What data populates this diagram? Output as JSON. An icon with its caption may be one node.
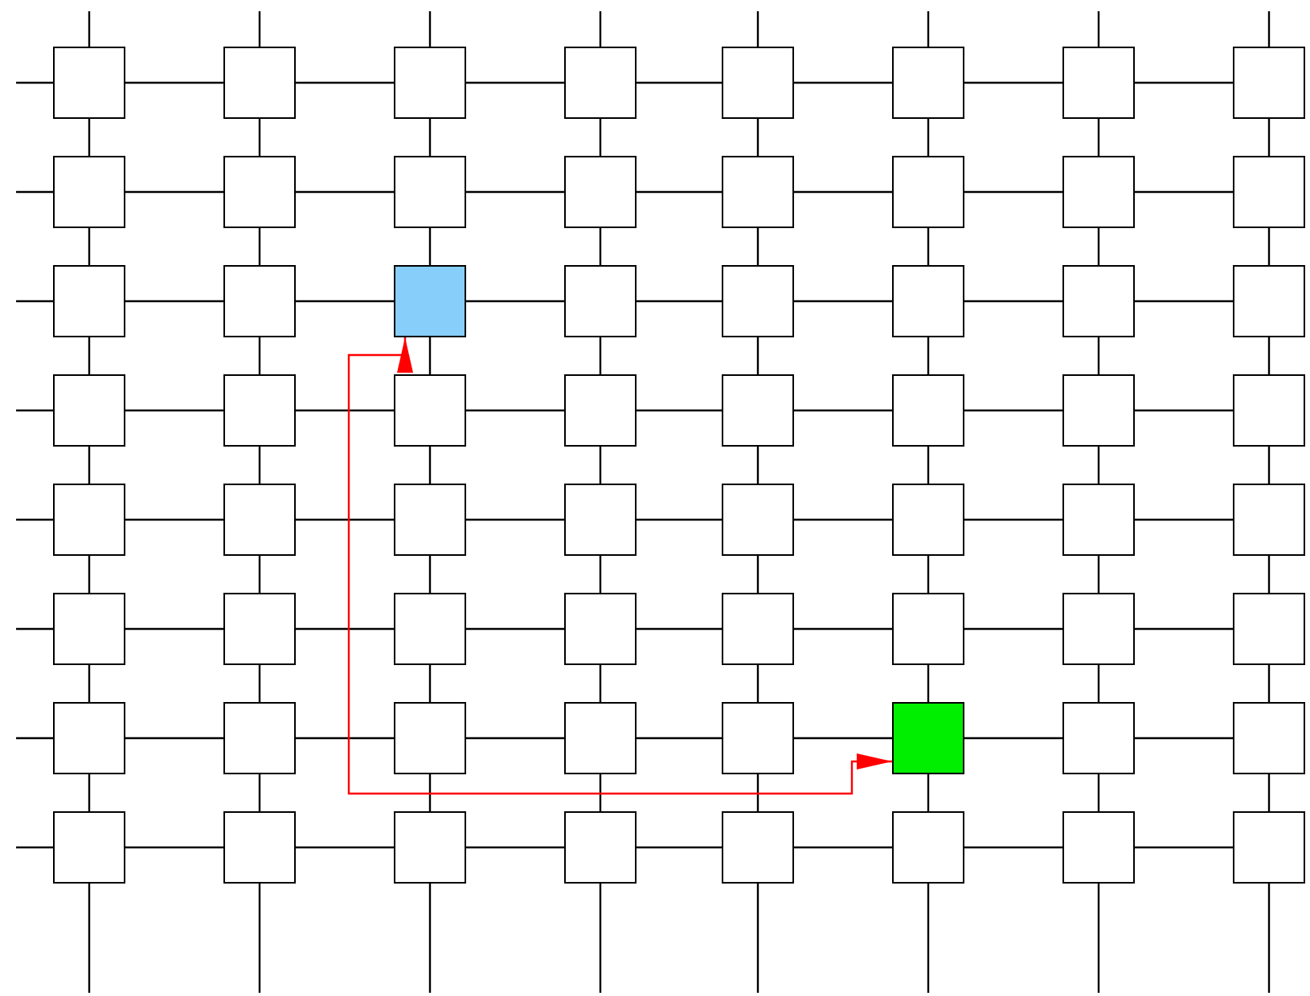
{
  "diagram": {
    "nodes": [
      {
        "text": [],
        "shape": "box"
      },
      {
        "text": [],
        "shape": "box"
      },
      {
        "text": [],
        "shape": "box"
      },
      {
        "text": [],
        "shape": "box"
      },
      {
        "text": [],
        "shape": "box"
      },
      {
        "text": [],
        "shape": "box"
      },
      {
        "text": [],
        "shape": "box"
      },
      {
        "text": [],
        "shape": "box"
      },
      {
        "text": [],
        "shape": "box"
      },
      {
        "text": [],
        "shape": "box"
      },
      {
        "text": [],
        "shape": "box"
      },
      {
        "text": [],
        "shape": "box"
      },
      {
        "text": [],
        "shape": "box"
      },
      {
        "text": [],
        "shape": "box"
      },
      {
        "text": [],
        "shape": "box"
      },
      {
        "text": [],
        "shape": "box"
      },
      {
        "text": [],
        "shape": "box"
      },
      {
        "text": [],
        "shape": "box"
      },
      {
        "text": [],
        "shape": "box"
      },
      {
        "text": [],
        "shape": "box"
      },
      {
        "text": [],
        "shape": "box"
      },
      {
        "text": [],
        "shape": "box"
      },
      {
        "text": [],
        "shape": "box"
      },
      {
        "text": [],
        "shape": "box"
      },
      {
        "text": [],
        "shape": "box"
      },
      {
        "text": [],
        "shape": "box"
      },
      {
        "text": [],
        "shape": "box"
      },
      {
        "text": [],
        "shape": "box"
      },
      {
        "text": [],
        "shape": "box"
      },
      {
        "text": [],
        "shape": "box"
      },
      {
        "text": [],
        "shape": "box"
      },
      {
        "text": [],
        "shape": "box"
      },
      {
        "text": [],
        "shape": "box"
      },
      {
        "text": [],
        "shape": "box"
      },
      {
        "text": [],
        "shape": "box"
      },
      {
        "text": [],
        "shape": "box"
      },
      {
        "text": [],
        "shape": "box"
      },
      {
        "text": [],
        "shape": "box"
      },
      {
        "text": [],
        "shape": "box"
      },
      {
        "text": [],
        "shape": "box"
      },
      {
        "text": [],
        "shape": "box"
      },
      {
        "text": [],
        "shape": "box"
      },
      {
        "text": [],
        "shape": "box"
      },
      {
        "text": [],
        "shape": "box"
      },
      {
        "text": [],
        "shape": "box"
      },
      {
        "text": [],
        "shape": "box"
      },
      {
        "text": [],
        "shape": "box"
      },
      {
        "text": [],
        "shape": "box"
      },
      {
        "text": [],
        "shape": "box"
      },
      {
        "text": [],
        "shape": "box"
      },
      {
        "text": [],
        "shape": "box"
      },
      {
        "text": [],
        "shape": "box"
      },
      {
        "text": [],
        "shape": "box"
      },
      {
        "text": [],
        "shape": "box"
      },
      {
        "text": [],
        "shape": "box"
      },
      {
        "text": [],
        "shape": "box"
      },
      {
        "text": [],
        "shape": "box"
      },
      {
        "text": [],
        "shape": "box"
      },
      {
        "text": [],
        "shape": "box"
      },
      {
        "text": [],
        "shape": "box"
      },
      {
        "text": [],
        "shape": "box"
      },
      {
        "text": [],
        "shape": "box"
      },
      {
        "text": [],
        "shape": "box"
      },
      {
        "text": [],
        "shape": "box"
      }
    ],
    "edges": [
      {
        "from": null,
        "to": 0,
        "arrow": "none"
      },
      {
        "from": null,
        "to": 1,
        "arrow": "none"
      },
      {
        "from": null,
        "to": 2,
        "arrow": "none"
      },
      {
        "from": null,
        "to": 3,
        "arrow": "none"
      },
      {
        "from": null,
        "to": 4,
        "arrow": "none"
      },
      {
        "from": null,
        "to": 5,
        "arrow": "none"
      },
      {
        "from": null,
        "to": 6,
        "arrow": "none"
      },
      {
        "from": null,
        "to": 7,
        "arrow": "none"
      },
      {
        "from": null,
        "to": 0,
        "arrow": "none"
      },
      {
        "from": null,
        "to": 8,
        "arrow": "none"
      },
      {
        "from": null,
        "to": 16,
        "arrow": "none"
      },
      {
        "from": null,
        "to": 24,
        "arrow": "none"
      },
      {
        "from": null,
        "to": 32,
        "arrow": "none"
      },
      {
        "from": null,
        "to": 40,
        "arrow": "none"
      },
      {
        "from": null,
        "to": 48,
        "arrow": "none"
      },
      {
        "from": null,
        "to": 56,
        "arrow": "none"
      },
      {
        "from": 0,
        "to": 1,
        "arrow": "none"
      },
      {
        "from": 1,
        "to": 2,
        "arrow": "none"
      },
      {
        "from": 2,
        "to": 3,
        "arrow": "none"
      },
      {
        "from": 3,
        "to": 4,
        "arrow": "none"
      },
      {
        "from": 4,
        "to": 5,
        "arrow": "none"
      },
      {
        "from": 5,
        "to": 6,
        "arrow": "none"
      },
      {
        "from": 6,
        "to": 7,
        "arrow": "none"
      },
      {
        "from": 8,
        "to": 9,
        "arrow": "none"
      },
      {
        "from": 9,
        "to": 10,
        "arrow": "none"
      },
      {
        "from": 10,
        "to": 11,
        "arrow": "none"
      },
      {
        "from": 11,
        "to": 12,
        "arrow": "none"
      },
      {
        "from": 12,
        "to": 13,
        "arrow": "none"
      },
      {
        "from": 13,
        "to": 14,
        "arrow": "none"
      },
      {
        "from": 14,
        "to": 15,
        "arrow": "none"
      },
      {
        "from": 16,
        "to": 17,
        "arrow": "none"
      },
      {
        "from": 17,
        "to": 18,
        "arrow": "none"
      },
      {
        "from": 18,
        "to": 19,
        "arrow": "none"
      },
      {
        "from": 19,
        "to": 20,
        "arrow": "none"
      },
      {
        "from": 20,
        "to": 21,
        "arrow": "none"
      },
      {
        "from": 21,
        "to": 22,
        "arrow": "none"
      },
      {
        "from": 22,
        "to": 23,
        "arrow": "none"
      },
      {
        "from": 24,
        "to": 25,
        "arrow": "none"
      },
      {
        "from": 25,
        "to": 26,
        "arrow": "none"
      },
      {
        "from": 26,
        "to": 27,
        "arrow": "none"
      },
      {
        "from": 27,
        "to": 28,
        "arrow": "none"
      },
      {
        "from": 28,
        "to": 29,
        "arrow": "none"
      },
      {
        "from": 29,
        "to": 30,
        "arrow": "none"
      },
      {
        "from": 30,
        "to": 31,
        "arrow": "none"
      },
      {
        "from": 32,
        "to": 33,
        "arrow": "none"
      },
      {
        "from": 33,
        "to": 34,
        "arrow": "none"
      },
      {
        "from": 34,
        "to": 35,
        "arrow": "none"
      },
      {
        "from": 35,
        "to": 36,
        "arrow": "none"
      },
      {
        "from": 36,
        "to": 37,
        "arrow": "none"
      },
      {
        "from": 37,
        "to": 38,
        "arrow": "none"
      },
      {
        "from": 38,
        "to": 39,
        "arrow": "none"
      },
      {
        "from": 40,
        "to": 41,
        "arrow": "none"
      },
      {
        "from": 41,
        "to": 42,
        "arrow": "none"
      },
      {
        "from": 42,
        "to": 43,
        "arrow": "none"
      },
      {
        "from": 43,
        "to": 44,
        "arrow": "none"
      },
      {
        "from": 44,
        "to": 45,
        "arrow": "none"
      },
      {
        "from": 45,
        "to": 46,
        "arrow": "none"
      },
      {
        "from": 46,
        "to": 47,
        "arrow": "none"
      },
      {
        "from": 48,
        "to": 49,
        "arrow": "none"
      },
      {
        "from": 49,
        "to": 50,
        "arrow": "none"
      },
      {
        "from": 50,
        "to": 51,
        "arrow": "none"
      },
      {
        "from": 51,
        "to": 52,
        "arrow": "none"
      },
      {
        "from": 52,
        "to": 53,
        "arrow": "none"
      },
      {
        "from": 53,
        "to": 54,
        "arrow": "none"
      },
      {
        "from": 54,
        "to": 55,
        "arrow": "none"
      },
      {
        "from": 56,
        "to": 57,
        "arrow": "none"
      },
      {
        "from": 57,
        "to": 58,
        "arrow": "none"
      },
      {
        "from": 58,
        "to": 59,
        "arrow": "none"
      },
      {
        "from": 59,
        "to": 60,
        "arrow": "none"
      },
      {
        "from": 60,
        "to": 61,
        "arrow": "none"
      },
      {
        "from": 61,
        "to": 62,
        "arrow": "none"
      },
      {
        "from": 62,
        "to": 63,
        "arrow": "none"
      },
      {
        "from": 0,
        "to": 8,
        "arrow": "none"
      },
      {
        "from": 1,
        "to": 9,
        "arrow": "none"
      },
      {
        "from": 2,
        "to": 10,
        "arrow": "none"
      },
      {
        "from": 3,
        "to": 11,
        "arrow": "none"
      },
      {
        "from": 4,
        "to": 12,
        "arrow": "none"
      },
      {
        "from": 5,
        "to": 13,
        "arrow": "none"
      },
      {
        "from": 6,
        "to": 14,
        "arrow": "none"
      },
      {
        "from": 7,
        "to": 15,
        "arrow": "none"
      },
      {
        "from": 8,
        "to": 16,
        "arrow": "none"
      },
      {
        "from": 9,
        "to": 17,
        "arrow": "none"
      },
      {
        "from": 10,
        "to": 18,
        "arrow": "none"
      },
      {
        "from": 11,
        "to": 19,
        "arrow": "none"
      },
      {
        "from": 12,
        "to": 20,
        "arrow": "none"
      },
      {
        "from": 13,
        "to": 21,
        "arrow": "none"
      },
      {
        "from": 14,
        "to": 22,
        "arrow": "none"
      },
      {
        "from": 15,
        "to": 23,
        "arrow": "none"
      },
      {
        "from": 16,
        "to": 24,
        "arrow": "none"
      },
      {
        "from": 17,
        "to": 25,
        "arrow": "none"
      },
      {
        "from": 18,
        "to": 26,
        "arrow": "none"
      },
      {
        "from": 19,
        "to": 27,
        "arrow": "none"
      },
      {
        "from": 20,
        "to": 28,
        "arrow": "none"
      },
      {
        "from": 21,
        "to": 29,
        "arrow": "none"
      },
      {
        "from": 22,
        "to": 30,
        "arrow": "none"
      },
      {
        "from": 23,
        "to": 31,
        "arrow": "none"
      },
      {
        "from": 24,
        "to": 32,
        "arrow": "none"
      },
      {
        "from": 25,
        "to": 33,
        "arrow": "none"
      },
      {
        "from": 26,
        "to": 34,
        "arrow": "none"
      },
      {
        "from": 27,
        "to": 35,
        "arrow": "none"
      },
      {
        "from": 28,
        "to": 36,
        "arrow": "none"
      },
      {
        "from": 29,
        "to": 37,
        "arrow": "none"
      },
      {
        "from": 30,
        "to": 38,
        "arrow": "none"
      },
      {
        "from": 31,
        "to": 39,
        "arrow": "none"
      },
      {
        "from": 32,
        "to": 40,
        "arrow": "none"
      },
      {
        "from": 33,
        "to": 41,
        "arrow": "none"
      },
      {
        "from": 34,
        "to": 42,
        "arrow": "none"
      },
      {
        "from": 35,
        "to": 43,
        "arrow": "none"
      },
      {
        "from": 36,
        "to": 44,
        "arrow": "none"
      },
      {
        "from": 37,
        "to": 45,
        "arrow": "none"
      },
      {
        "from": 38,
        "to": 46,
        "arrow": "none"
      },
      {
        "from": 39,
        "to": 47,
        "arrow": "none"
      },
      {
        "from": 40,
        "to": 48,
        "arrow": "none"
      },
      {
        "from": 41,
        "to": 49,
        "arrow": "none"
      },
      {
        "from": 42,
        "to": 50,
        "arrow": "none"
      },
      {
        "from": 43,
        "to": 51,
        "arrow": "none"
      },
      {
        "from": 44,
        "to": 52,
        "arrow": "none"
      },
      {
        "from": 45,
        "to": 53,
        "arrow": "none"
      },
      {
        "from": 46,
        "to": 54,
        "arrow": "none"
      },
      {
        "from": 47,
        "to": 55,
        "arrow": "none"
      },
      {
        "from": 48,
        "to": 56,
        "arrow": "none"
      },
      {
        "from": 49,
        "to": 57,
        "arrow": "none"
      },
      {
        "from": 50,
        "to": 58,
        "arrow": "none"
      },
      {
        "from": 51,
        "to": 59,
        "arrow": "none"
      },
      {
        "from": 52,
        "to": 60,
        "arrow": "none"
      },
      {
        "from": 53,
        "to": 61,
        "arrow": "none"
      },
      {
        "from": 54,
        "to": 62,
        "arrow": "none"
      },
      {
        "from": 55,
        "to": 63,
        "arrow": "none"
      },
      {
        "from": 56,
        "to": null,
        "arrow": "none"
      },
      {
        "from": 57,
        "to": null,
        "arrow": "none"
      },
      {
        "from": 58,
        "to": null,
        "arrow": "none"
      },
      {
        "from": 59,
        "to": null,
        "arrow": "none"
      },
      {
        "from": 60,
        "to": null,
        "arrow": "none"
      },
      {
        "from": 61,
        "to": null,
        "arrow": "none"
      },
      {
        "from": 62,
        "to": null,
        "arrow": "none"
      },
      {
        "from": 63,
        "to": null,
        "arrow": "none"
      },
      {
        "from": 18,
        "to": 53,
        "arrow": "both",
        "color": "#ff0000"
      }
    ]
  }
}
